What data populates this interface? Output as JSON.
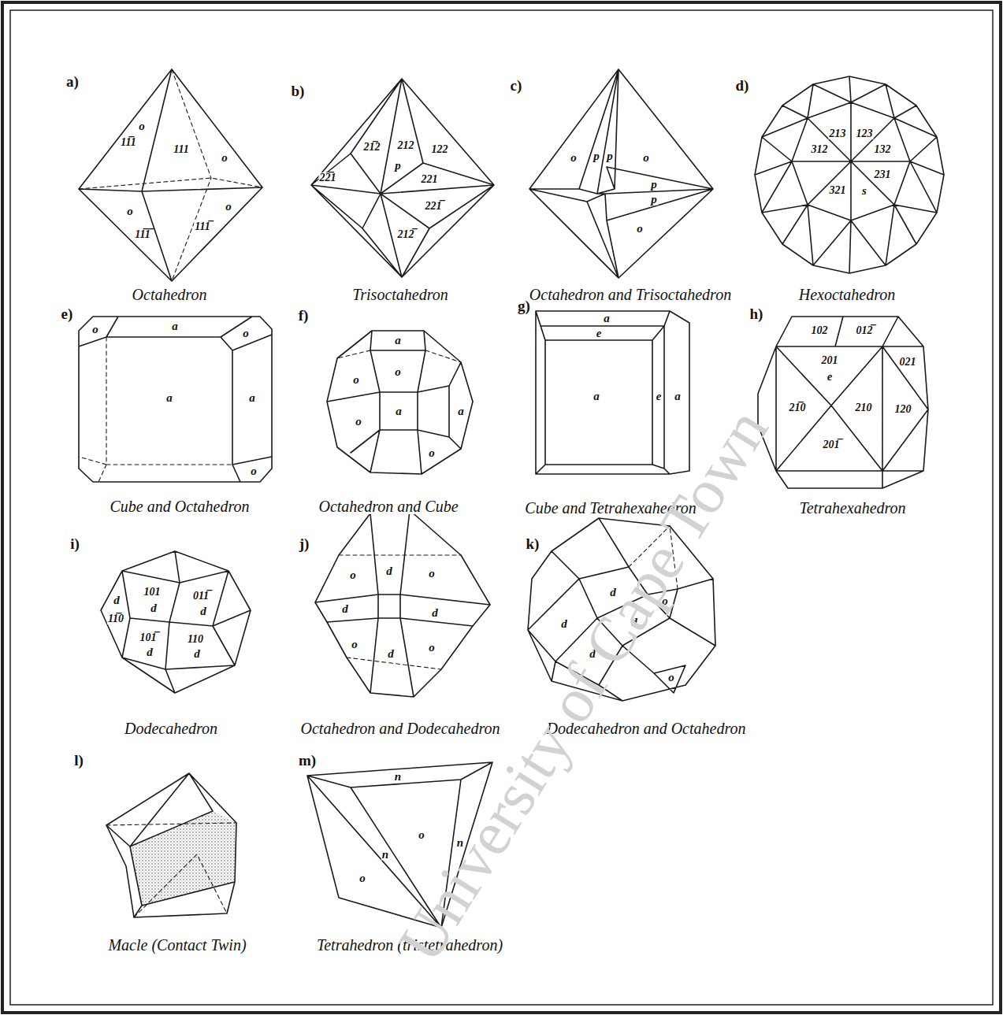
{
  "diagram": {
    "labels": [
      "a)",
      "o",
      "11̅1",
      "111",
      "o",
      "o",
      "11̅1̅",
      "o",
      "111̅",
      "Octahedron",
      "b)",
      "21̅2",
      "212",
      "122",
      "p",
      "22̅1",
      "221",
      "221̅",
      "212̅",
      "Trisoctahedron",
      "c)",
      "o",
      "p",
      "p",
      "o",
      "p",
      "p",
      "o",
      "Octahedron and Trisoctahedron",
      "d)",
      "213",
      "123",
      "312",
      "s",
      "132",
      "321",
      "231",
      "Hexoctahedron",
      "e)",
      "o",
      "a",
      "o",
      "a",
      "a",
      "o",
      "Cube and Octahedron",
      "f)",
      "a",
      "o",
      "o",
      "a",
      "a",
      "o",
      "o",
      "Octahedron and Cube",
      "g)",
      "a",
      "e",
      "a",
      "e",
      "a",
      "Cube and Tetrahexahedron",
      "h)",
      "102",
      "012̅",
      "021",
      "201",
      "e",
      "21̅0",
      "210",
      "120",
      "201̅",
      "Tetrahexahedron",
      "i)",
      "101",
      "011̅",
      "d",
      "d",
      "d",
      "11̅0",
      "110",
      "101̅",
      "d",
      "d",
      "Dodecahedron",
      "j)",
      "o",
      "d",
      "o",
      "d",
      "d",
      "o",
      "d",
      "o",
      "Octahedron and Dodecahedron",
      "k)",
      "d",
      "o",
      "d",
      "d",
      "d",
      "o",
      "Dodecahedron and Octahedron",
      "l)",
      "Macle (Contact Twin)",
      "m)",
      "n",
      "o",
      "n",
      "n",
      "o",
      "Tetrahedron (tristetrahedron)",
      "University of Cape Town"
    ]
  }
}
